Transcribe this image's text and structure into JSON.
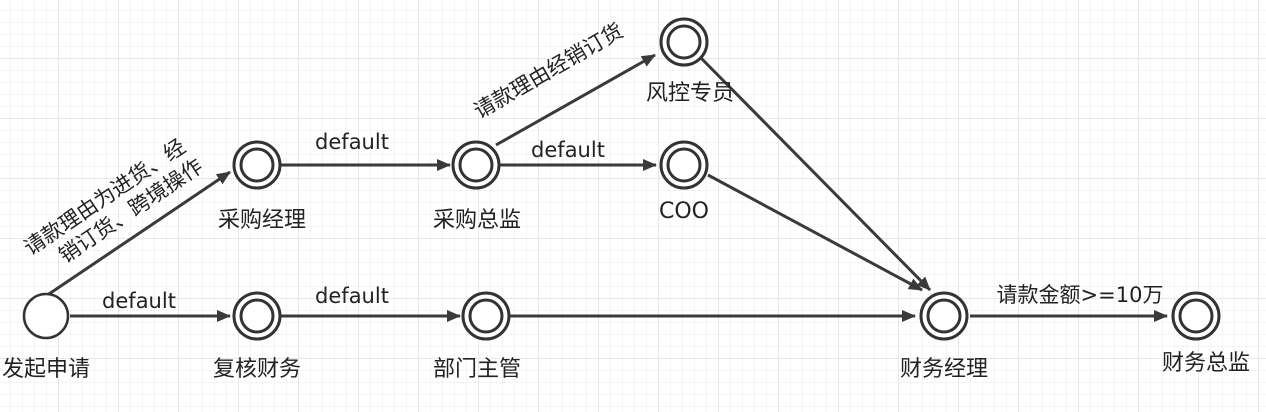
{
  "diagram": {
    "nodes": {
      "start": {
        "label": "发起申请"
      },
      "purchase_manager": {
        "label": "采购经理"
      },
      "review_finance": {
        "label": "复核财务"
      },
      "purchase_director": {
        "label": "采购总监"
      },
      "dept_head": {
        "label": "部门主管"
      },
      "risk_officer": {
        "label": "风控专员"
      },
      "coo": {
        "label": "COO"
      },
      "finance_manager": {
        "label": "财务经理"
      },
      "finance_director": {
        "label": "财务总监"
      }
    },
    "edges": {
      "start_to_pm": {
        "label_line1": "请款理由为进货、经",
        "label_line2": "销订货、跨境操作"
      },
      "start_to_review": {
        "label": "default"
      },
      "pm_to_pd": {
        "label": "default"
      },
      "review_to_dept": {
        "label": "default"
      },
      "pd_to_risk": {
        "label": "请款理由经销订货"
      },
      "pd_to_coo": {
        "label": "default"
      },
      "dept_to_fm": {
        "label": ""
      },
      "risk_to_fm": {
        "label": ""
      },
      "coo_to_fm": {
        "label": ""
      },
      "fm_to_fd": {
        "label": "请款金额>=10万"
      }
    }
  }
}
